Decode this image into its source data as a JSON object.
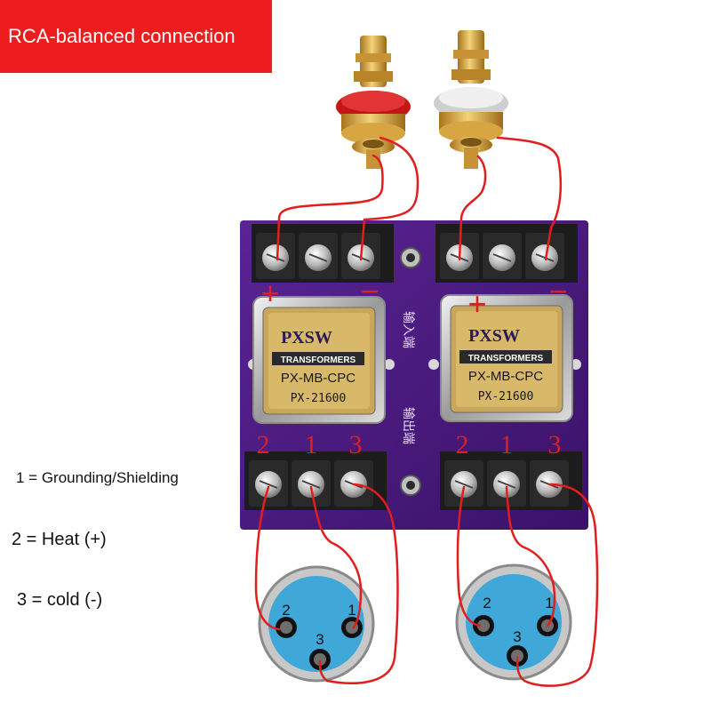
{
  "title": "RCA-balanced connection",
  "legend": {
    "pin1": "1 = Grounding/Shielding",
    "pin2": "2 = Heat  (+)",
    "pin3": "3 = cold (-)"
  },
  "board": {
    "input_label": "输入端",
    "output_label": "输出端",
    "plus_mark": "+",
    "minus_mark": "−",
    "output_terminal_labels": [
      "2",
      "1",
      "3"
    ]
  },
  "transformer": {
    "brand": "PXSW",
    "line1": "TRANSFORMERS",
    "line2": "PX-MB-CPC",
    "line3": "PX-21600"
  },
  "xlr_pins": [
    "2",
    "1",
    "3"
  ],
  "colors": {
    "banner": "#ee1c1c",
    "wire": "#e01e1e",
    "pcb": "#4a1a80",
    "terminal": "#1c1c1c",
    "xlr_face": "#3fa8d8",
    "rca_left_ring": "#d61a1a",
    "rca_right_ring": "#e8e8e8",
    "gold": "#d4a03a"
  }
}
